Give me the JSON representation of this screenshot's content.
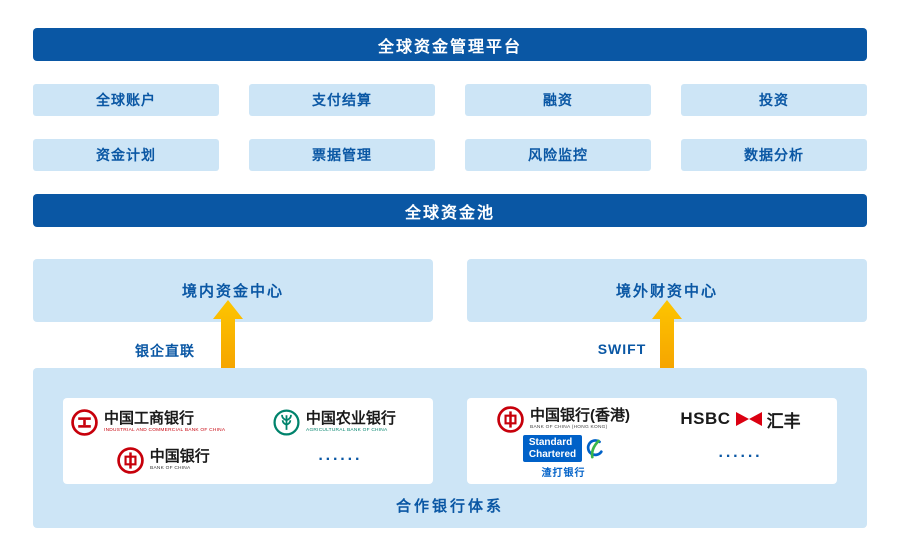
{
  "header": {
    "title": "全球资金管理平台"
  },
  "features": {
    "row1": [
      "全球账户",
      "支付结算",
      "融资",
      "投资"
    ],
    "row2": [
      "资金计划",
      "票据管理",
      "风险监控",
      "数据分析"
    ]
  },
  "pool": {
    "title": "全球资金池"
  },
  "centers": {
    "domestic": "境内资金中心",
    "overseas": "境外财资中心"
  },
  "links": {
    "domestic": "银企直联",
    "overseas": "SWIFT"
  },
  "partners": {
    "title": "合作银行体系",
    "domestic": {
      "icbc": {
        "name": "中国工商银行",
        "en": "INDUSTRIAL AND COMMERCIAL BANK OF CHINA"
      },
      "abc": {
        "name": "中国农业银行",
        "en": "AGRICULTURAL BANK OF CHINA"
      },
      "boc": {
        "name": "中国银行",
        "en": "BANK OF CHINA"
      },
      "more": "······"
    },
    "overseas": {
      "bochk": {
        "name": "中国银行(香港)",
        "en": "BANK OF CHINA (HONG KONG)"
      },
      "hsbc": {
        "name": "HSBC",
        "cn": "汇丰"
      },
      "scb": {
        "line1": "Standard",
        "line2": "Chartered",
        "cn": "渣打银行"
      },
      "more": "······"
    }
  },
  "colors": {
    "primary_blue": "#0a57a4",
    "light_blue": "#cde5f6",
    "arrow_orange": "#f7a600",
    "icbc_red": "#c7000b",
    "abc_green": "#00836c",
    "hsbc_red": "#db0011",
    "scb_blue": "#0061c8"
  }
}
